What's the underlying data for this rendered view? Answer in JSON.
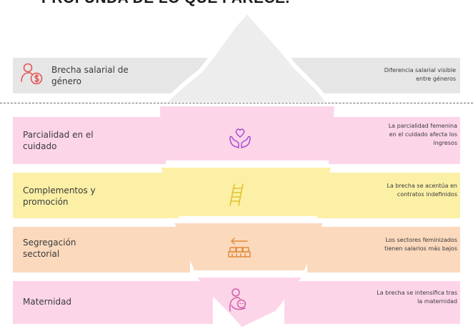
{
  "title": "PROFUNDA DE LO QUE PARECE.",
  "colors": {
    "gray": "#e6e6e6",
    "pink": "#fdd5e9",
    "yellow": "#fbf0a6",
    "orange": "#fbd9bd",
    "ice": "#ededed",
    "icon_red": "#e25757",
    "icon_purple": "#a24bd3",
    "icon_yellow": "#e3c231",
    "icon_orange": "#e28b3b",
    "icon_pink": "#cf5fa8"
  },
  "above": {
    "label": "Brecha salarial de género",
    "description": "Diferencia salarial visible entre géneros",
    "icon": "salary-person-icon"
  },
  "layers": [
    {
      "label": "Parcialidad en el cuidado",
      "description": "La parcialidad femenina en el cuidado afecta los ingresos",
      "icon": "heart-hands-icon"
    },
    {
      "label": "Complementos y promoción",
      "description": "La brecha se acentúa en contratos indefinidos",
      "icon": "ladder-icon"
    },
    {
      "label": "Segregación sectorial",
      "description": "Los sectores feminizados tienen salarios más bajos",
      "icon": "factory-arrow-icon"
    },
    {
      "label": "Maternidad",
      "description": "La brecha se intensifica tras la maternidad",
      "icon": "mother-baby-icon"
    }
  ]
}
